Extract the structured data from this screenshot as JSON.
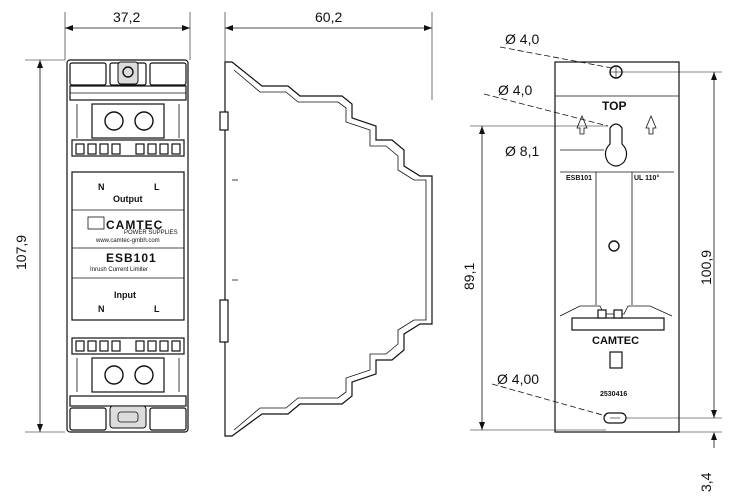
{
  "front_view": {
    "width_dim": "37,2",
    "height_dim": "107,9",
    "output_label": "Output",
    "input_label": "Input",
    "n_label": "N",
    "l_label": "L",
    "brand_logo": "CAMTEC",
    "brand_sub": "POWER SUPPLIES",
    "website": "www.camtec-gmbh.com",
    "model": "ESB101",
    "subtitle": "Inrush Current Limiter"
  },
  "side_view": {
    "depth_dim": "60,2"
  },
  "back_view": {
    "hole_top": "Ø 4,0",
    "hole_slot": "Ø 4,0",
    "hole_key": "Ø 8,1",
    "hole_bottom": "Ø 4,00",
    "top_label": "TOP",
    "model_label": "ESB101",
    "ul_label": "UL 110°",
    "brand_label": "CAMTEC",
    "part_number": "2530416",
    "dim_89": "89,1",
    "dim_100": "100,9",
    "dim_3_4": "3,4"
  }
}
